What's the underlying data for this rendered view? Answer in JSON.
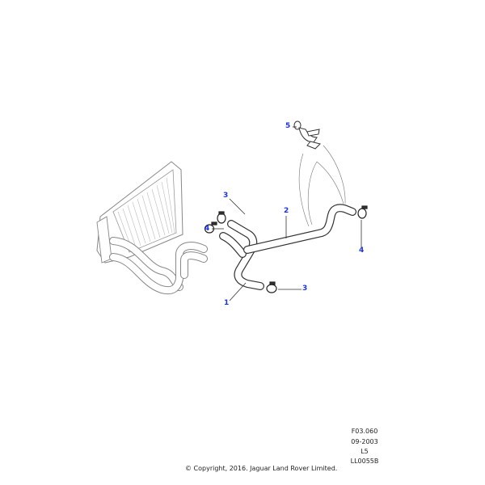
{
  "callouts": {
    "c1": "1",
    "c2": "2",
    "c3_top": "3",
    "c3_bottom": "3",
    "c4_left": "4",
    "c4_right": "4",
    "c5": "5"
  },
  "reference": {
    "figure": "F03.060",
    "date": "09-2003",
    "model": "L5",
    "illustration": "LL0055B"
  },
  "copyright": "© Copyright, 2016. Jaguar Land Rover Limited.",
  "colors": {
    "callout": "#1a33e6",
    "line": "#333333"
  }
}
